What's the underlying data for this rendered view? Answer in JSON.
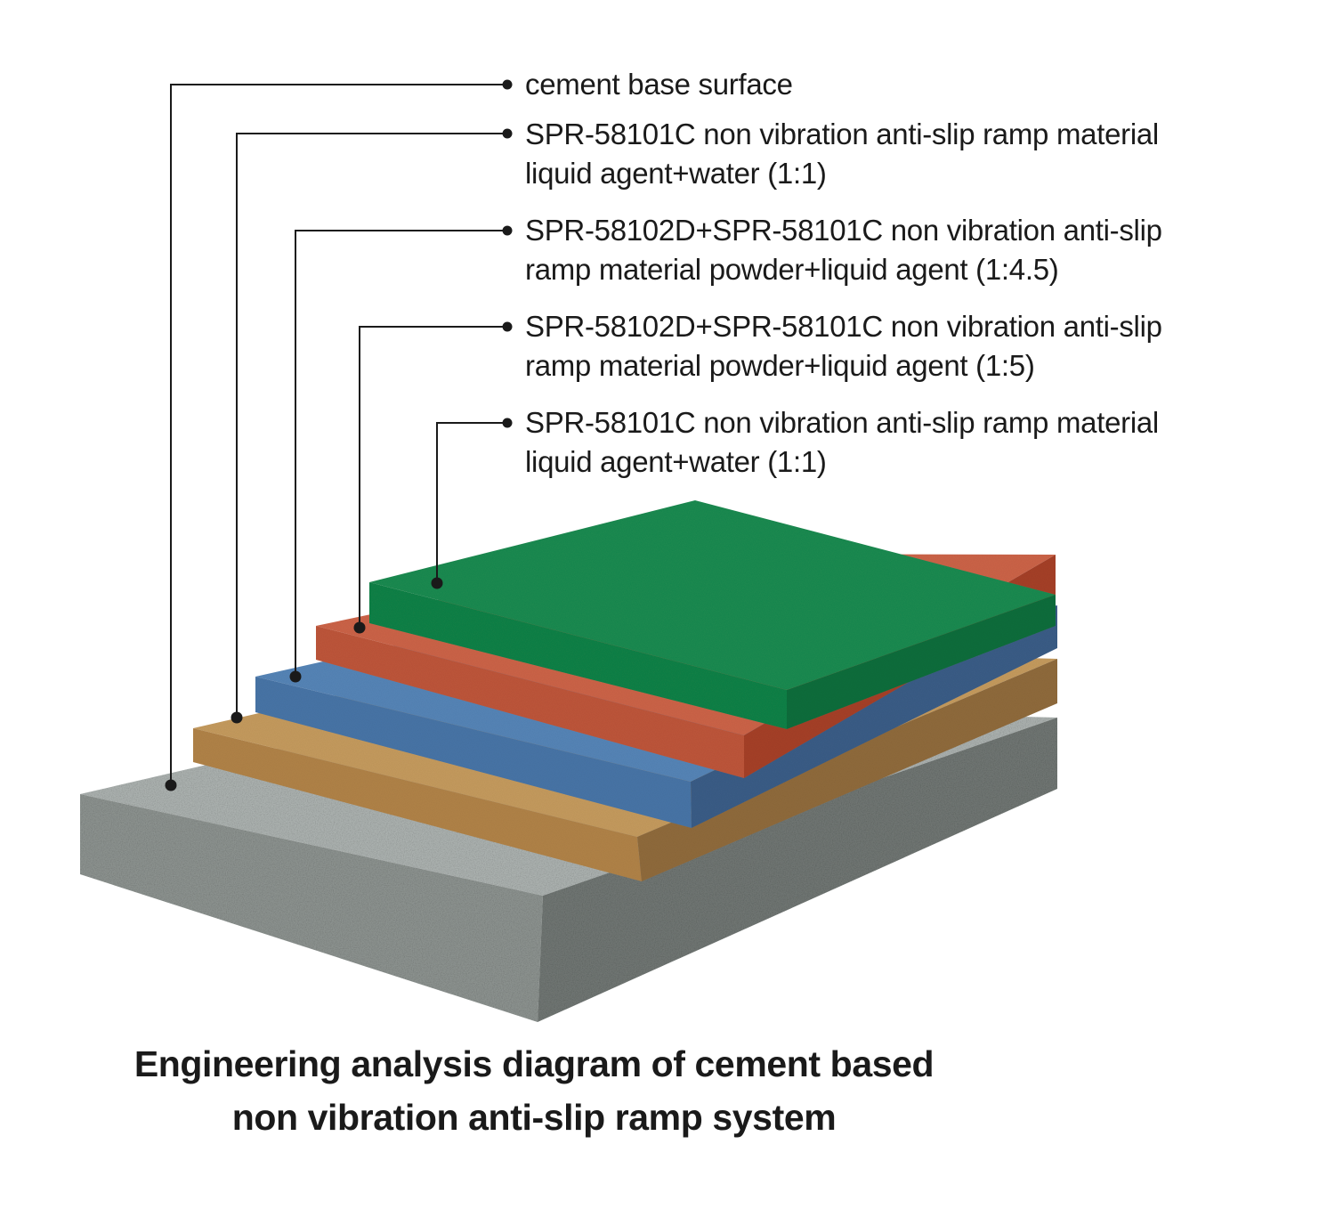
{
  "labels": [
    {
      "id": "cement-base",
      "lines": [
        "cement base surface"
      ],
      "color": "#8a8f8c"
    },
    {
      "id": "layer-1",
      "lines": [
        "SPR-58101C non vibration anti-slip ramp material",
        "liquid agent+water (1:1)"
      ],
      "color": "#b58a4f"
    },
    {
      "id": "layer-2",
      "lines": [
        "SPR-58102D+SPR-58101C non vibration anti-slip",
        "ramp material powder+liquid agent (1:4.5)"
      ],
      "color": "#4a79ad"
    },
    {
      "id": "layer-3",
      "lines": [
        "SPR-58102D+SPR-58101C non vibration anti-slip",
        "ramp material powder+liquid agent (1:5)"
      ],
      "color": "#c2573a"
    },
    {
      "id": "layer-4",
      "lines": [
        "SPR-58101C non vibration anti-slip ramp material",
        "liquid agent+water (1:1)"
      ],
      "color": "#17804a"
    }
  ],
  "caption": {
    "line1": "Engineering analysis diagram of cement based",
    "line2": "non vibration anti-slip ramp system"
  }
}
